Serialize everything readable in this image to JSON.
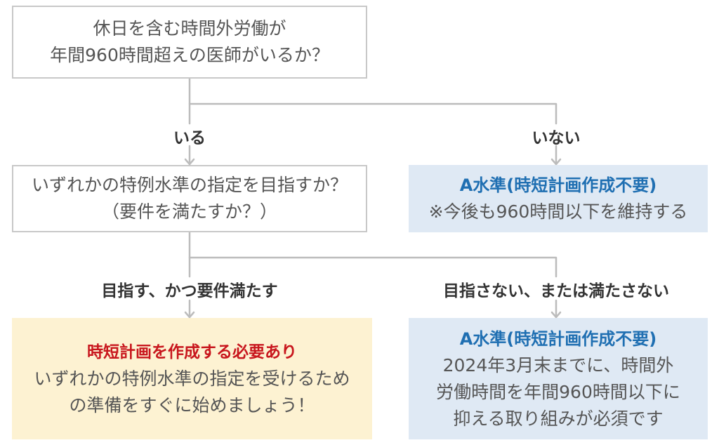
{
  "q1": {
    "line1": "休日を含む時間外労働が",
    "line2": "年間960時間超えの医師がいるか？"
  },
  "branch1": {
    "yes": "いる",
    "no": "いない"
  },
  "q2": {
    "line1": "いずれかの特例水準の指定を目指すか？",
    "line2": "（要件を満たすか？）"
  },
  "result_a1": {
    "title": "A水準(時短計画作成不要)",
    "line1": "※今後も960時間以下を維持する"
  },
  "branch2": {
    "yes": "目指す、かつ要件満たす",
    "no": "目指さない、または満たさない"
  },
  "result_special": {
    "title": "時短計画を作成する必要あり",
    "line1": "いずれかの特例水準の指定を受けるため",
    "line2": "の準備をすぐに始めましょう！"
  },
  "result_a2": {
    "title": "A水準(時短計画作成不要)",
    "line1": "2024年3月末までに、時間外",
    "line2": "労働時間を年間960時間以下に",
    "line3": "抑える取り組みが必須です"
  },
  "colors": {
    "connector": "#bcbcbc",
    "box_border": "#c8c8c8",
    "blue_fill": "#dfe9f4",
    "yellow_fill": "#fdf2d2",
    "blue_text": "#1f6fb2",
    "red_text": "#c8161d"
  }
}
